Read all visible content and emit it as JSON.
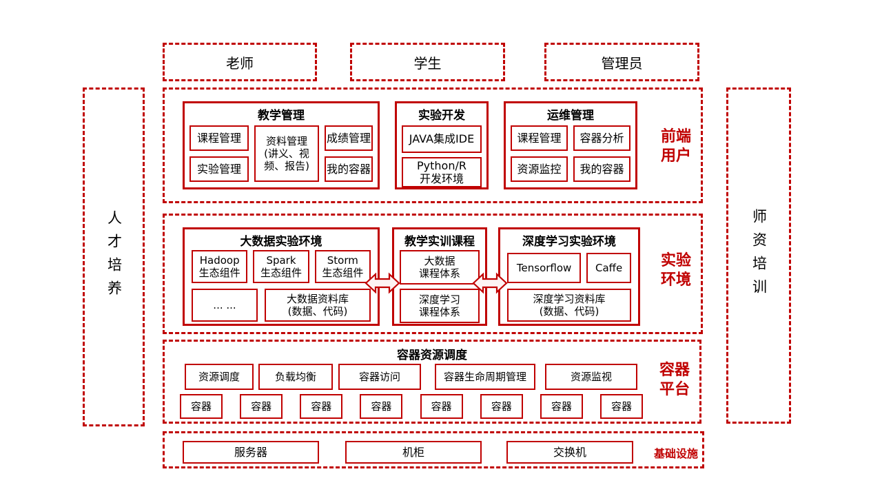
{
  "colors": {
    "accent": "#c00000",
    "text": "#000000",
    "arrow_fill": "#fdf3f3"
  },
  "actors": {
    "teacher": "老师",
    "student": "学生",
    "admin": "管理员"
  },
  "sidebars": {
    "left": "人才培养",
    "right": "师资培训"
  },
  "frontend": {
    "label": "前端用户",
    "teaching": {
      "title": "教学管理",
      "course": "课程管理",
      "material": "资料管理\n(讲义、视频、报告)",
      "grade": "成绩管理",
      "experiment": "实验管理",
      "my_container": "我的容器"
    },
    "dev": {
      "title": "实验开发",
      "java_ide": "JAVA集成IDE",
      "python_env": "Python/R\n开发环境"
    },
    "ops": {
      "title": "运维管理",
      "course": "课程管理",
      "container_analysis": "容器分析",
      "resource_monitor": "资源监控",
      "my_container": "我的容器"
    }
  },
  "experiment": {
    "label": "实验环境",
    "bigdata": {
      "title": "大数据实验环境",
      "hadoop": "Hadoop\n生态组件",
      "spark": "Spark\n生态组件",
      "storm": "Storm\n生态组件",
      "more": "... ...",
      "repo": "大数据资料库\n(数据、代码)"
    },
    "courses": {
      "title": "教学实训课程",
      "bigdata_course": "大数据\n课程体系",
      "dl_course": "深度学习\n课程体系"
    },
    "deeplearning": {
      "title": "深度学习实验环境",
      "tensorflow": "Tensorflow",
      "caffe": "Caffe",
      "repo": "深度学习资料库\n(数据、代码)"
    }
  },
  "platform": {
    "label": "容器平台",
    "title": "容器资源调度",
    "services": [
      "资源调度",
      "负载均衡",
      "容器访问",
      "容器生命周期管理",
      "资源监视"
    ],
    "container": "容器"
  },
  "infrastructure": {
    "label": "基础设施",
    "servers": "服务器",
    "cabinet": "机柜",
    "switch": "交换机"
  }
}
